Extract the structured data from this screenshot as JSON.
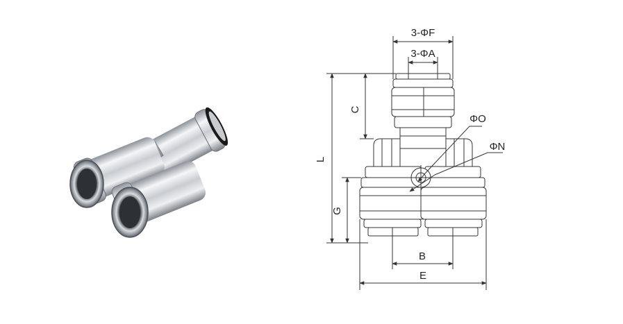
{
  "diagram": {
    "labels": {
      "f": "3-ΦF",
      "a": "3-ΦA",
      "c": "C",
      "l": "L",
      "o": "ΦO",
      "n": "ΦN",
      "g": "G",
      "b": "B",
      "e": "E"
    }
  },
  "colors": {
    "line": "#333333",
    "metal_light": "#f3f4f6",
    "metal_mid": "#bfc4ca",
    "metal_dark": "#6e747b",
    "seal": "#1b1b1b",
    "bore": "#3a3d41"
  }
}
